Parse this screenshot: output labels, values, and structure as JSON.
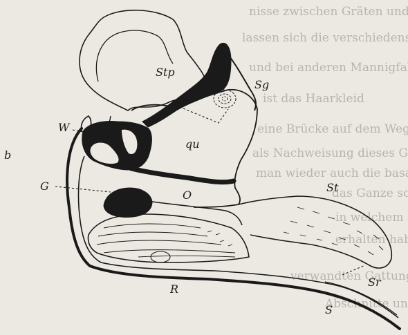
{
  "figure": {
    "labels": {
      "stp": "Stp",
      "sg": "Sg",
      "w": "W",
      "b": "b",
      "qu": "qu",
      "g": "G",
      "o": "O",
      "st": "St",
      "sr": "Sr",
      "r": "R",
      "s": "S"
    },
    "background_text": [
      "nisse zwischen Gräten und Haarbildungen",
      "lassen sich die verschiedensten Übergänge",
      "und bei anderen Mannigfaltigkeiten in",
      "ist das Haarkleid",
      "eine Brücke auf dem Wege von Platte und",
      "als Nachweisung dieses Gebildes noch in",
      "man wieder auch die basalen Platten",
      "das Ganze so dass man ein Glied",
      "in welchem sich alle diese Formen",
      "erhalten haben, die sich bei den",
      "verwandten Gattungen finden",
      "Abschnitte und des Hinterleibes"
    ]
  }
}
